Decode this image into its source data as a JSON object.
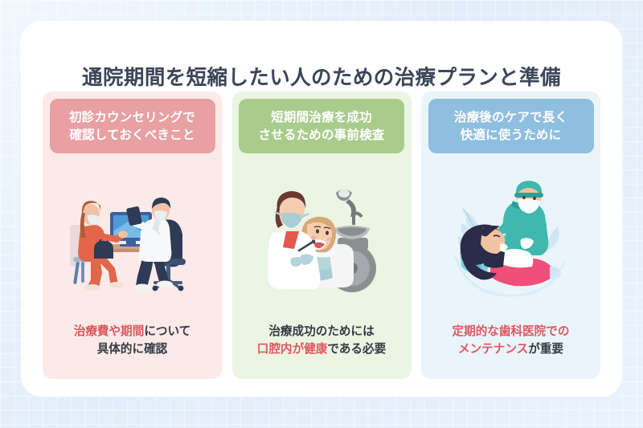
{
  "header": {
    "title": "通院期間を短縮したい人のための治療プランと準備"
  },
  "colors": {
    "page_background": "#e2eefb",
    "panel_background": "#ffffff",
    "title_text": "#3b4658",
    "highlight_text": "#e0575f",
    "body_text": "#333a44",
    "card1_body": "#fceae8",
    "card1_header": "#e8a0a2",
    "card2_body": "#ecf5e4",
    "card2_header": "#a9cc8c",
    "card3_body": "#eaf4fb",
    "card3_header": "#8fbfdf"
  },
  "cards": [
    {
      "theme": "pink",
      "header_line1": "初診カウンセリングで",
      "header_line2": "確認しておくべきこと",
      "illustration_name": "dental-consultation-illustration",
      "illustration_alt": "歯科医師と患者がデスクでモニターを見ながら相談している様子",
      "caption_line1_highlight": "治療費や期間",
      "caption_line1_rest": "について",
      "caption_line2_plain": "具体的に確認"
    },
    {
      "theme": "green",
      "header_line1": "短期間治療を成功",
      "header_line2": "させるための事前検査",
      "illustration_name": "dental-examination-illustration",
      "illustration_alt": "歯科医師が診療チェアの患者の口腔内を検査している様子",
      "caption_line1_plain": "治療成功のためには",
      "caption_line2_highlight": "口腔内が健康",
      "caption_line2_rest": "である必要"
    },
    {
      "theme": "blue",
      "header_line1": "治療後のケアで長く",
      "header_line2": "快適に使うために",
      "illustration_name": "dental-maintenance-illustration",
      "illustration_alt": "手術着の歯科医師が横になった患者をメンテナンスしている様子",
      "caption_line1_highlight": "定期的な歯科医院での",
      "caption_line2_highlight": "メンテナンス",
      "caption_line2_rest": "が重要"
    }
  ]
}
